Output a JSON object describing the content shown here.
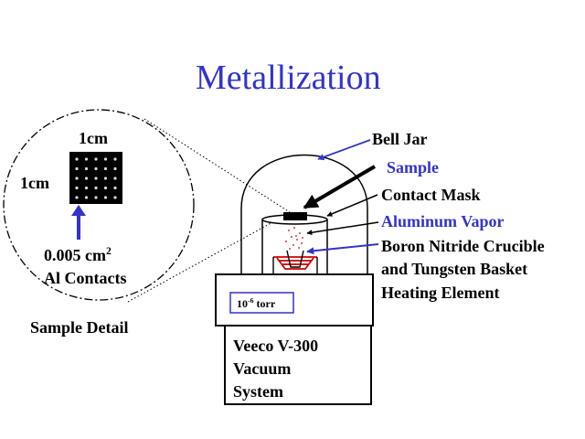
{
  "title": "Metallization",
  "detail": {
    "top_dim": "1cm",
    "side_dim": "1cm",
    "contact_area_value": "0.005 cm",
    "contact_area_exp": "2",
    "contact_label": "Al Contacts",
    "caption": "Sample Detail"
  },
  "labels": {
    "bell_jar": "Bell Jar",
    "sample": "Sample",
    "contact_mask": "Contact Mask",
    "aluminum_vapor": "Aluminum Vapor",
    "crucible_line1": "Boron Nitride Crucible",
    "crucible_line2": "and Tungsten Basket",
    "crucible_line3": "Heating Element"
  },
  "pressure": {
    "base": "10",
    "exp": "-6",
    "unit": " torr"
  },
  "system": {
    "line1": "Veeco V-300",
    "line2": "Vacuum",
    "line3": "System"
  },
  "colors": {
    "accent": "#3333cc",
    "heater": "#cc0000",
    "ink": "#000000"
  }
}
